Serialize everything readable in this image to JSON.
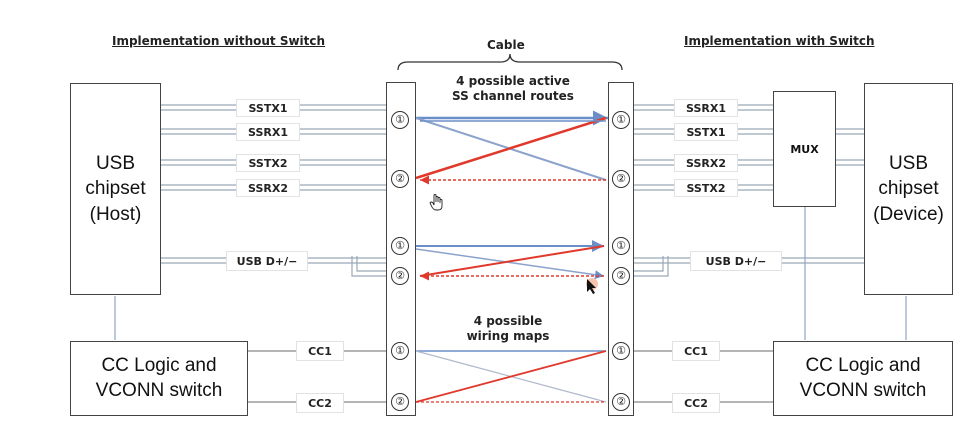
{
  "headings": {
    "left": "Implementation without Switch",
    "cable": "Cable",
    "right": "Implementation with Switch"
  },
  "notes": {
    "channel_routes": [
      "4 possible active",
      "SS channel routes"
    ],
    "wiring_maps": [
      "4 possible",
      "wiring maps"
    ]
  },
  "left": {
    "chip": [
      "USB",
      "chipset",
      "(Host)"
    ],
    "cc_logic": [
      "CC Logic and",
      "VCONN switch"
    ],
    "signals": [
      "SSTX1",
      "SSRX1",
      "SSTX2",
      "SSRX2"
    ],
    "usb_dp": "USB D+/−",
    "cc": [
      "CC1",
      "CC2"
    ]
  },
  "right": {
    "chip": [
      "USB",
      "chipset",
      "(Device)"
    ],
    "cc_logic": [
      "CC Logic and",
      "VCONN switch"
    ],
    "signals": [
      "SSRX1",
      "SSTX1",
      "SSRX2",
      "SSTX2"
    ],
    "usb_dp": "USB D+/−",
    "cc": [
      "CC1",
      "CC2"
    ],
    "mux": "MUX"
  },
  "pins": {
    "one": "1",
    "two": "2"
  },
  "colors": {
    "blue_route": "#6a8fc8",
    "red_route": "#e0392b",
    "wire": "#9aa6b8"
  },
  "icons": [
    "hand-cursor-icon",
    "arrow-cursor-icon"
  ]
}
